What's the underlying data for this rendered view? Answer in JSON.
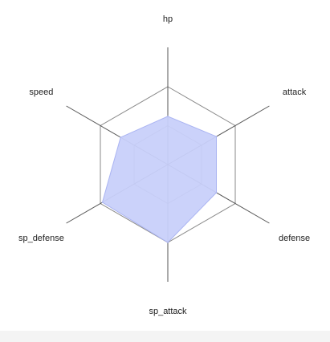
{
  "chart_data": {
    "type": "radar",
    "axes": [
      "hp",
      "attack",
      "defense",
      "sp_attack",
      "sp_defense",
      "speed"
    ],
    "values": [
      0.62,
      0.72,
      0.72,
      1.0,
      0.97,
      0.7
    ],
    "rlim": [
      0,
      1
    ],
    "grid_levels": [
      0.5,
      1.0
    ],
    "legend": "none",
    "colors": {
      "fill": "#c8d0fa",
      "stroke": "#aab4f2",
      "grid": "#888888",
      "axis": "#555555"
    }
  }
}
